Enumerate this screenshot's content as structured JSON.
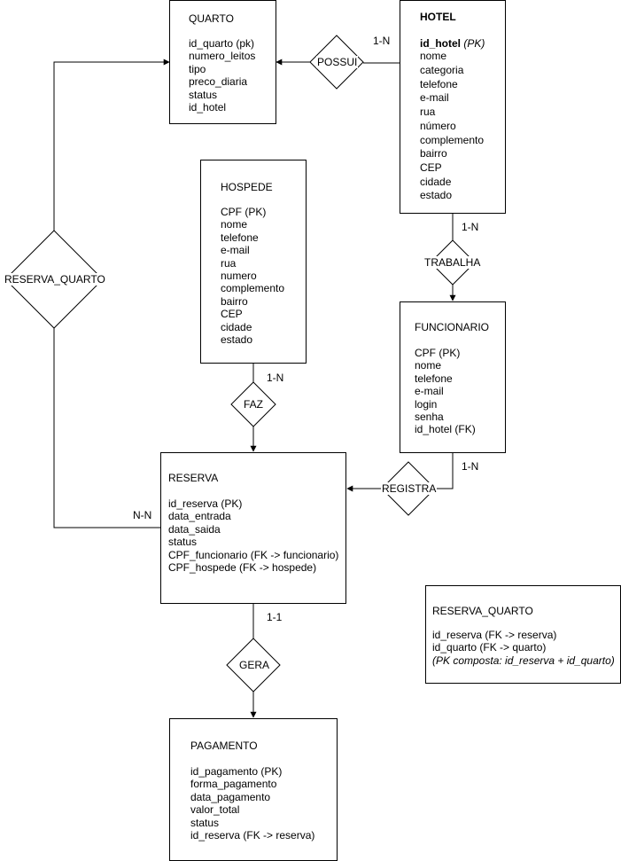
{
  "entities": {
    "quarto": {
      "title": "QUARTO",
      "fields": [
        "id_quarto (pk)",
        "numero_leitos",
        "tipo",
        "preco_diaria",
        "status",
        "id_hotel"
      ]
    },
    "hotel": {
      "title": "HOTEL",
      "pk_field": "id_hotel",
      "pk_note": "(PK)",
      "fields": [
        "nome",
        "categoria",
        "telefone",
        "e-mail",
        "rua",
        "número",
        "complemento",
        "bairro",
        "CEP",
        "cidade",
        "estado"
      ]
    },
    "hospede": {
      "title": "HOSPEDE",
      "fields": [
        "CPF (PK)",
        "nome",
        "telefone",
        "e-mail",
        "rua",
        "numero",
        "complemento",
        "bairro",
        "CEP",
        "cidade",
        "estado"
      ]
    },
    "funcionario": {
      "title": "FUNCIONARIO",
      "fields": [
        "CPF (PK)",
        "nome",
        "telefone",
        "e-mail",
        "login",
        "senha",
        "id_hotel (FK)"
      ]
    },
    "reserva": {
      "title": "RESERVA",
      "fields": [
        "id_reserva (PK)",
        "data_entrada",
        "data_saida",
        "status",
        "CPF_funcionario (FK -> funcionario)",
        "CPF_hospede (FK -> hospede)"
      ]
    },
    "pagamento": {
      "title": "PAGAMENTO",
      "fields": [
        "id_pagamento (PK)",
        "forma_pagamento",
        "data_pagamento",
        "valor_total",
        "status",
        "id_reserva (FK -> reserva)"
      ]
    },
    "reserva_quarto_table": {
      "title": "RESERVA_QUARTO",
      "fields": [
        "id_reserva (FK -> reserva)",
        "id_quarto (FK -> quarto)"
      ],
      "note": "(PK composta: id_reserva + id_quarto)"
    }
  },
  "relationships": {
    "possui": "POSSUI",
    "trabalha": "TRABALHA",
    "faz": "FAZ",
    "registra": "REGISTRA",
    "gera": "GERA",
    "reserva_quarto": "RESERVA_QUARTO"
  },
  "cardinalities": {
    "possui": "1-N",
    "trabalha": "1-N",
    "faz": "1-N",
    "registra": "1-N",
    "gera": "1-1",
    "reserva_quarto": "N-N"
  }
}
